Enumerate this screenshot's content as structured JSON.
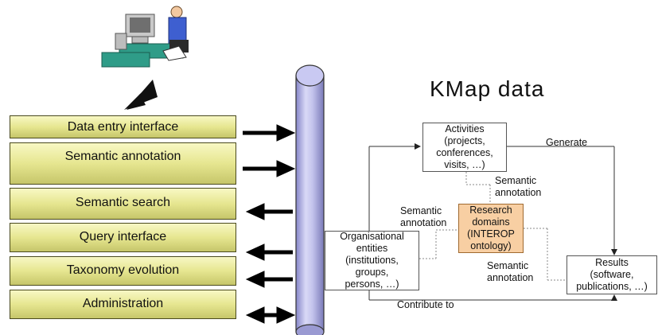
{
  "left_panel": {
    "layers": [
      "Data entry interface",
      "Semantic annotation",
      "Semantic search",
      "Query interface",
      "Taxonomy evolution",
      "Administration"
    ]
  },
  "kmap": {
    "title": "KMap data",
    "nodes": {
      "activities": "Activities\n(projects,\nconferences,\nvisits, …)",
      "research": "Research\ndomains\n(INTEROP\nontology)",
      "organisational": "Organisational\nentities\n(institutions,\ngroups,\npersons, …)",
      "results": "Results\n(software,\npublications, …)"
    },
    "edge_labels": {
      "generate": "Generate",
      "sem_top": "Semantic\nannotation",
      "sem_left": "Semantic\nannotation",
      "sem_right": "Semantic\nannotation",
      "contribute": "Contribute to"
    }
  },
  "colors": {
    "layer_fill": "#e6e690",
    "pipe_fill": "#b9b9e6",
    "research_fill": "#f8cfa3"
  },
  "icons": {
    "user": "person-at-computer-icon"
  }
}
